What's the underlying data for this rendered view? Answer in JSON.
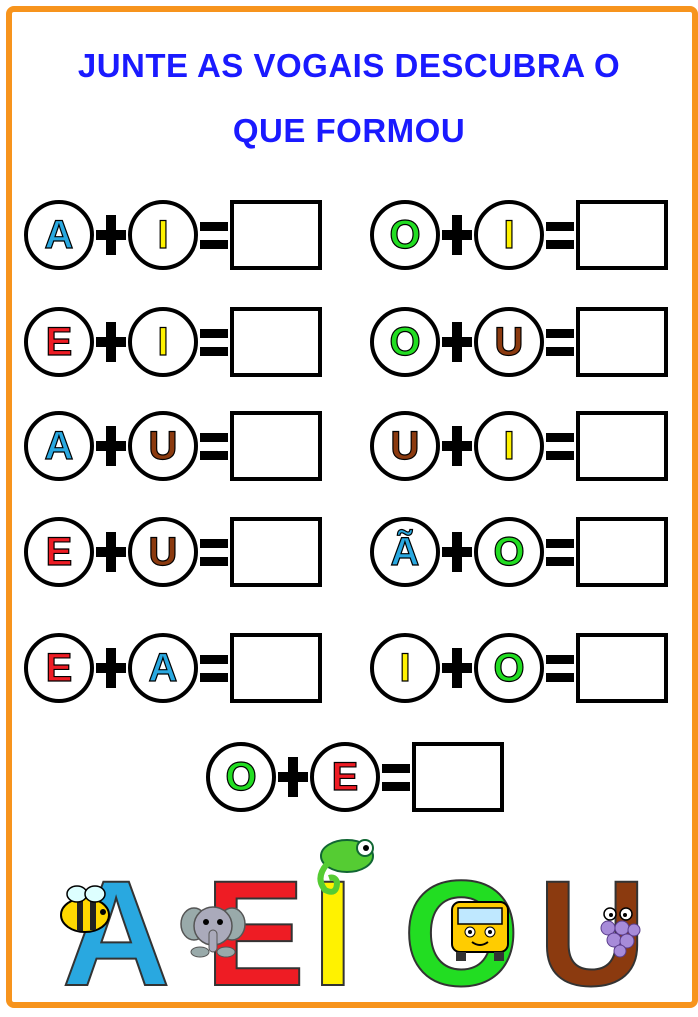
{
  "title_line1": "JUNTE AS VOGAIS DESCUBRA O",
  "title_line2": "QUE FORMOU",
  "colors": {
    "A": "#29a8e0",
    "E": "#ee1c24",
    "I": "#fff200",
    "O": "#22dd22",
    "U": "#8b3a0f",
    "Ã": "#29a8e0",
    "border": "#f7941d",
    "title": "#1a1aff"
  },
  "equations": [
    {
      "a": "A",
      "b": "I"
    },
    {
      "a": "O",
      "b": "I"
    },
    {
      "a": "E",
      "b": "I"
    },
    {
      "a": "O",
      "b": "U"
    },
    {
      "a": "A",
      "b": "U"
    },
    {
      "a": "U",
      "b": "I"
    },
    {
      "a": "E",
      "b": "U"
    },
    {
      "a": "Ã",
      "b": "O"
    },
    {
      "a": "E",
      "b": "A"
    },
    {
      "a": "I",
      "b": "O"
    },
    {
      "a": "O",
      "b": "E"
    }
  ],
  "bottom_letters": [
    "A",
    "E",
    "I",
    "O",
    "U"
  ],
  "decor_icons": [
    "bee-icon",
    "elephant-icon",
    "chameleon-icon",
    "school-bus-icon",
    "grapes-icon"
  ]
}
